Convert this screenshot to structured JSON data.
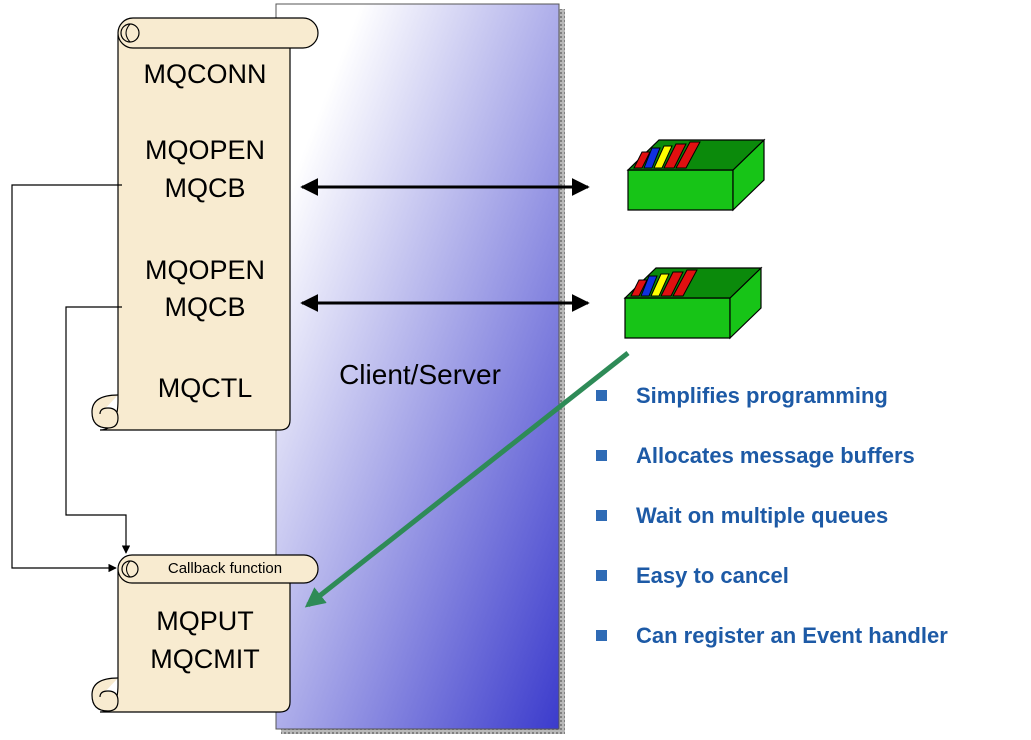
{
  "scroll1": {
    "labels": [
      "MQCONN",
      "MQOPEN",
      "MQCB",
      "MQOPEN",
      "MQCB",
      "MQCTL"
    ]
  },
  "scroll2": {
    "header": "Callback function",
    "labels": [
      "MQPUT",
      "MQCMIT"
    ]
  },
  "panel": {
    "label": "Client/Server"
  },
  "bullets": [
    "Simplifies programming",
    "Allocates message buffers",
    "Wait on multiple queues",
    "Easy to cancel",
    "Can register an Event handler"
  ],
  "colors": {
    "parchment": "#f8ebd0",
    "panel_light": "#ffffff",
    "panel_dark": "#3b3bcc",
    "bullet_text": "#1d5aa6",
    "bullet_square": "#2f6bb5",
    "green_arrow": "#2e8b57",
    "queue_green": "#17c417",
    "tabs": [
      "#e01010",
      "#1030e0",
      "#ffff00",
      "#e01010",
      "#e01010"
    ]
  }
}
